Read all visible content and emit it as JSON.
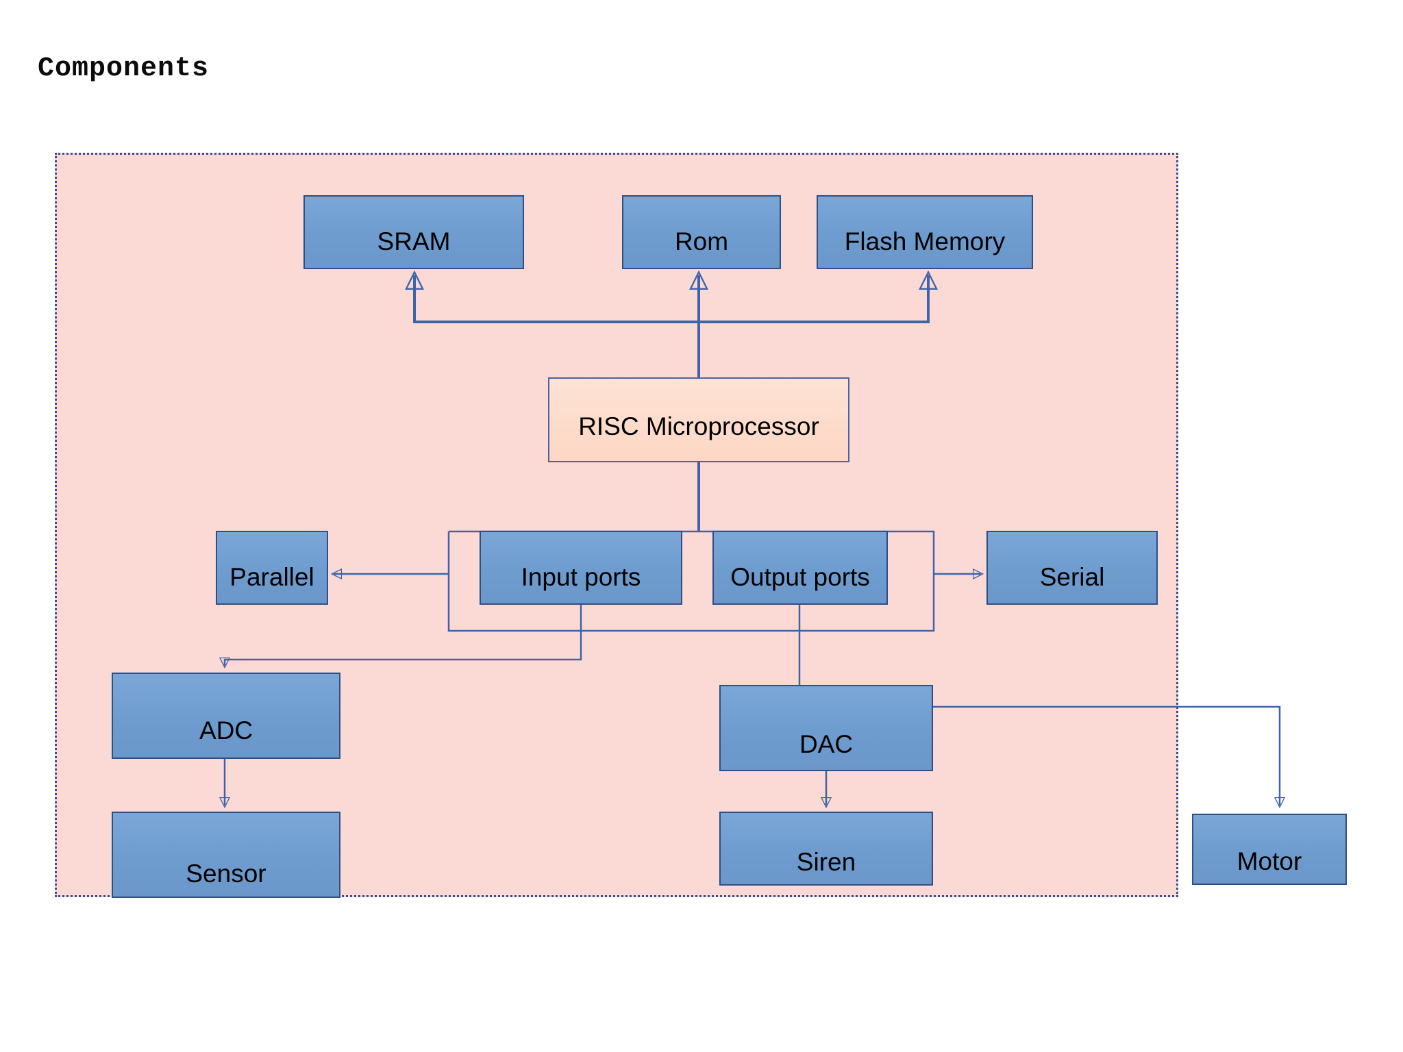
{
  "page": {
    "title": "Components",
    "background": "#ffffff"
  },
  "group": {
    "name": "components-group",
    "fill": "#fbdad5",
    "border_color": "#3a4f8f",
    "border_style": "dotted"
  },
  "palette": {
    "node_blue_fill": "#6e9ccf",
    "node_blue_border": "#2d4f86",
    "node_peach_fill": "#fdd7c4",
    "node_peach_border": "#4a63a5",
    "connector": "#3f63a8",
    "text": "#000000"
  },
  "diagram_data": {
    "type": "block-diagram",
    "title": "Components",
    "nodes": [
      {
        "id": "sram",
        "label": "SRAM",
        "style": "blue"
      },
      {
        "id": "rom",
        "label": "Rom",
        "style": "blue"
      },
      {
        "id": "flash",
        "label": "Flash Memory",
        "style": "blue"
      },
      {
        "id": "risc",
        "label": "RISC Microprocessor",
        "style": "peach"
      },
      {
        "id": "parallel",
        "label": "Parallel",
        "style": "blue"
      },
      {
        "id": "inputports",
        "label": "Input ports",
        "style": "blue"
      },
      {
        "id": "outputports",
        "label": "Output ports",
        "style": "blue"
      },
      {
        "id": "serial",
        "label": "Serial",
        "style": "blue"
      },
      {
        "id": "adc",
        "label": "ADC",
        "style": "blue"
      },
      {
        "id": "dac",
        "label": "DAC",
        "style": "blue"
      },
      {
        "id": "sensor",
        "label": "Sensor",
        "style": "blue"
      },
      {
        "id": "siren",
        "label": "Siren",
        "style": "blue"
      },
      {
        "id": "motor",
        "label": "Motor",
        "style": "blue"
      }
    ],
    "edges": [
      {
        "from": "risc",
        "to": "sram",
        "arrow": true
      },
      {
        "from": "risc",
        "to": "rom",
        "arrow": true
      },
      {
        "from": "risc",
        "to": "flash",
        "arrow": true
      },
      {
        "from": "risc",
        "to": "bus",
        "arrow": false
      },
      {
        "from": "bus",
        "to": "parallel",
        "arrow": true
      },
      {
        "from": "bus",
        "to": "serial",
        "arrow": true
      },
      {
        "from": "inputports",
        "to": "adc",
        "arrow": true
      },
      {
        "from": "outputports",
        "to": "dac",
        "arrow": true
      },
      {
        "from": "adc",
        "to": "sensor",
        "arrow": true
      },
      {
        "from": "dac",
        "to": "siren",
        "arrow": true
      },
      {
        "from": "dac",
        "to": "motor",
        "arrow": true
      }
    ]
  }
}
